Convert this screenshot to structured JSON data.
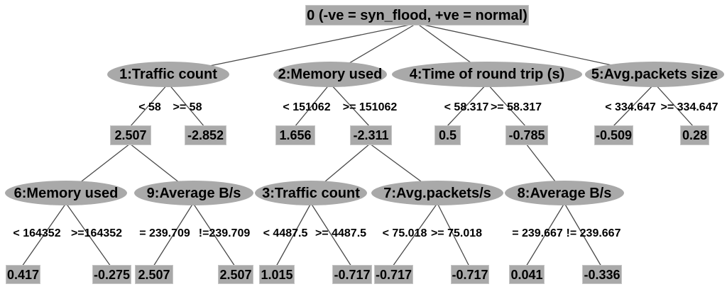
{
  "figure_type": "decision-tree",
  "colors": {
    "node_fill": "#a9a9a9",
    "edge_line": "#4a4a4a",
    "text": "#000000",
    "background": "#ffffff"
  },
  "tree": {
    "root_label": "0 (-ve = syn_flood, +ve = normal)",
    "n1": {
      "label": "1:Traffic count",
      "parent": "root",
      "cond_left": "< 58",
      "cond_right": ">= 58",
      "leaf_left": "2.507",
      "leaf_right": "-2.852"
    },
    "n2": {
      "label": "2:Memory used",
      "parent": "root",
      "cond_left": "< 151062",
      "cond_right": ">= 151062",
      "leaf_left": "1.656",
      "leaf_right": "-2.311"
    },
    "n4": {
      "label": "4:Time of round trip (s)",
      "parent": "root",
      "cond_left": "< 58.317",
      "cond_right": ">= 58.317",
      "leaf_left": "0.5",
      "leaf_right": "-0.785"
    },
    "n5": {
      "label": "5:Avg.packets size",
      "parent": "root",
      "cond_left": "< 334.647",
      "cond_right": ">= 334.647",
      "leaf_left": "-0.509",
      "leaf_right": "0.28"
    },
    "n6": {
      "label": "6:Memory used",
      "parent": "n1.leaf_left (2.507)",
      "cond_left": "< 164352",
      "cond_right": ">=164352",
      "leaf_left": "0.417",
      "leaf_right": "-0.275"
    },
    "n9": {
      "label": "9:Average B/s",
      "parent": "n1.leaf_left (2.507)",
      "cond_left": "= 239.709",
      "cond_right": "!=239.709",
      "leaf_left": "2.507",
      "leaf_right": "2.507"
    },
    "n3": {
      "label": "3:Traffic count",
      "parent": "n2.leaf_right (-2.311)",
      "cond_left": "< 4487.5",
      "cond_right": ">= 4487.5",
      "leaf_left": "1.015",
      "leaf_right": "-0.717"
    },
    "n7": {
      "label": "7:Avg.packets/s",
      "parent": "n2.leaf_right (-2.311)",
      "cond_left": "< 75.018",
      "cond_right": ">= 75.018",
      "leaf_left": "-0.717",
      "leaf_right": "-0.717"
    },
    "n8": {
      "label": "8:Average B/s",
      "parent": "n4.leaf_right (-0.785)",
      "cond_left": "= 239.667",
      "cond_right": "!= 239.667",
      "leaf_left": "0.041",
      "leaf_right": "-0.336"
    }
  }
}
